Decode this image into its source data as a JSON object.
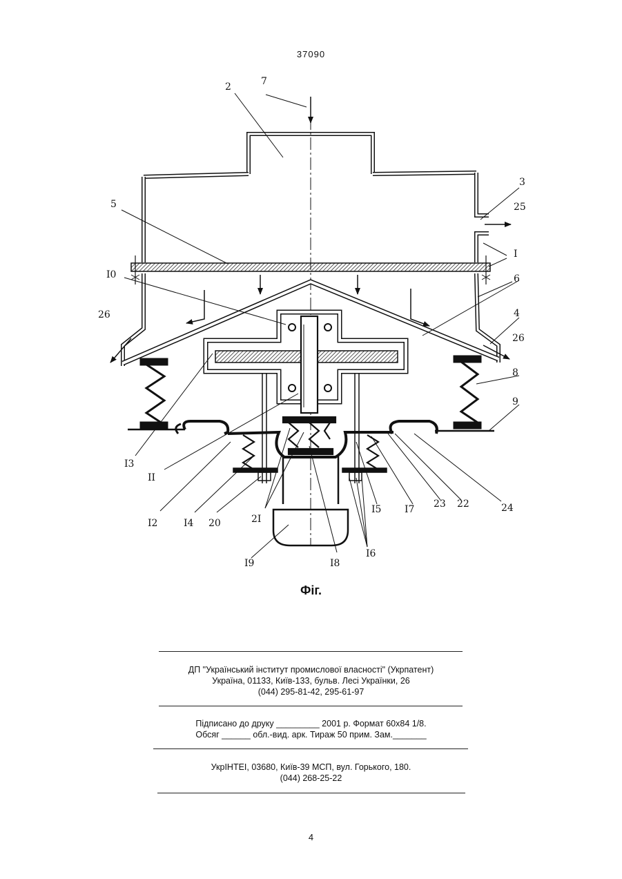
{
  "patent_number": "37090",
  "figure": {
    "caption": "Фіг.",
    "labels": {
      "l1": "I",
      "l2": "2",
      "l3": "3",
      "l4": "4",
      "l5": "5",
      "l6": "6",
      "l7": "7",
      "l8": "8",
      "l9": "9",
      "l10": "I0",
      "l11": "II",
      "l12": "I2",
      "l13": "I3",
      "l14": "I4",
      "l15": "I5",
      "l16": "I6",
      "l17": "I7",
      "l18": "I8",
      "l19": "I9",
      "l20": "20",
      "l21": "2I",
      "l22": "22",
      "l23": "23",
      "l24": "24",
      "l25": "25",
      "l26a": "26",
      "l26b": "26"
    }
  },
  "imprint": {
    "publisher_line1": "ДП \"Український інститут промислової власності\" (Укрпатент)",
    "publisher_line2": "Україна, 01133, Київ-133, бульв. Лесі Українки, 26",
    "publisher_line3": "(044) 295-81-42, 295-61-97",
    "print_line1": "Підписано до друку _________ 2001 р.    Формат 60х84 1/8.",
    "print_line2": "Обсяг ______ обл.-вид. арк.   Тираж 50 прим.    Зам._______",
    "printer_line1": "УкрІНТЕІ, 03680, Київ-39 МСП, вул. Горького, 180.",
    "printer_line2": "(044) 268-25-22"
  },
  "page_number": "4"
}
